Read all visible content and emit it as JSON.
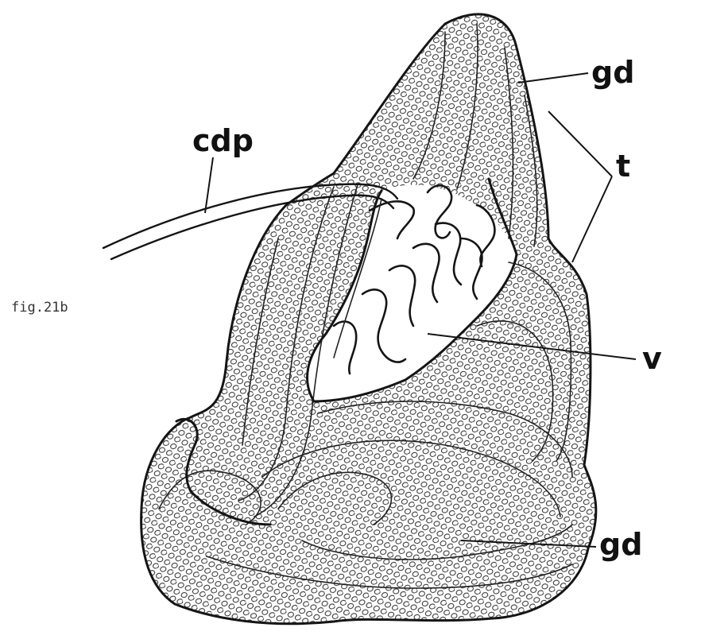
{
  "figure_label": "fig.21b",
  "labels": {
    "cdp": "cdp",
    "gd_top": "gd",
    "t": "t",
    "v": "v",
    "gd_bottom": "gd"
  },
  "colors": {
    "ink": "#151515",
    "background": "#ffffff"
  }
}
